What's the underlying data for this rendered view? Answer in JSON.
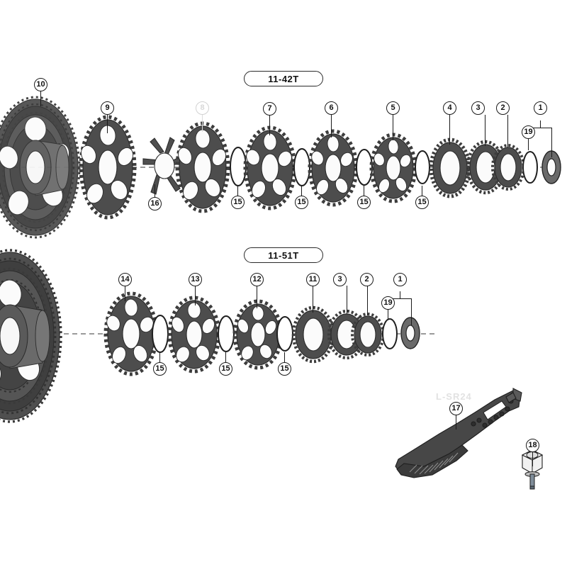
{
  "diagram": {
    "title_top": "11-42T",
    "title_bottom": "11-51T",
    "watermark": "L-SR24"
  },
  "row1": {
    "label": "11-42T",
    "callouts": [
      {
        "id": "10",
        "text": "10",
        "faded": false
      },
      {
        "id": "9",
        "text": "9",
        "faded": false
      },
      {
        "id": "16",
        "text": "16",
        "faded": false
      },
      {
        "id": "8",
        "text": "8",
        "faded": true
      },
      {
        "id": "7",
        "text": "7",
        "faded": false
      },
      {
        "id": "6",
        "text": "6",
        "faded": false
      },
      {
        "id": "5",
        "text": "5",
        "faded": false
      },
      {
        "id": "4",
        "text": "4",
        "faded": false
      },
      {
        "id": "3",
        "text": "3",
        "faded": false
      },
      {
        "id": "2",
        "text": "2",
        "faded": false
      },
      {
        "id": "1",
        "text": "1",
        "faded": false
      },
      {
        "id": "19",
        "text": "19",
        "faded": false
      },
      {
        "id": "15a",
        "text": "15",
        "faded": false
      },
      {
        "id": "15b",
        "text": "15",
        "faded": false
      },
      {
        "id": "15c",
        "text": "15",
        "faded": false
      },
      {
        "id": "15d",
        "text": "15",
        "faded": false
      }
    ]
  },
  "row2": {
    "label": "11-51T",
    "callouts": [
      {
        "id": "14",
        "text": "14",
        "faded": false
      },
      {
        "id": "13",
        "text": "13",
        "faded": false
      },
      {
        "id": "12",
        "text": "12",
        "faded": false
      },
      {
        "id": "11",
        "text": "11",
        "faded": false
      },
      {
        "id": "3",
        "text": "3",
        "faded": false
      },
      {
        "id": "2",
        "text": "2",
        "faded": false
      },
      {
        "id": "1",
        "text": "1",
        "faded": false
      },
      {
        "id": "19",
        "text": "19",
        "faded": false
      },
      {
        "id": "15a",
        "text": "15",
        "faded": false
      },
      {
        "id": "15b",
        "text": "15",
        "faded": false
      },
      {
        "id": "15c",
        "text": "15",
        "faded": false
      }
    ]
  },
  "tools": {
    "chain_whip": {
      "callout": "17",
      "label": "L-SR24"
    },
    "lockring_tool": {
      "callout": "18"
    }
  },
  "colors": {
    "part_dark": "#4a4a4a",
    "part_mid": "#5e5e5e",
    "outline": "#2b2b2b",
    "axis": "#9a9a9a",
    "callout_border": "#1a1a1a",
    "faded": "#d8d8d8"
  }
}
